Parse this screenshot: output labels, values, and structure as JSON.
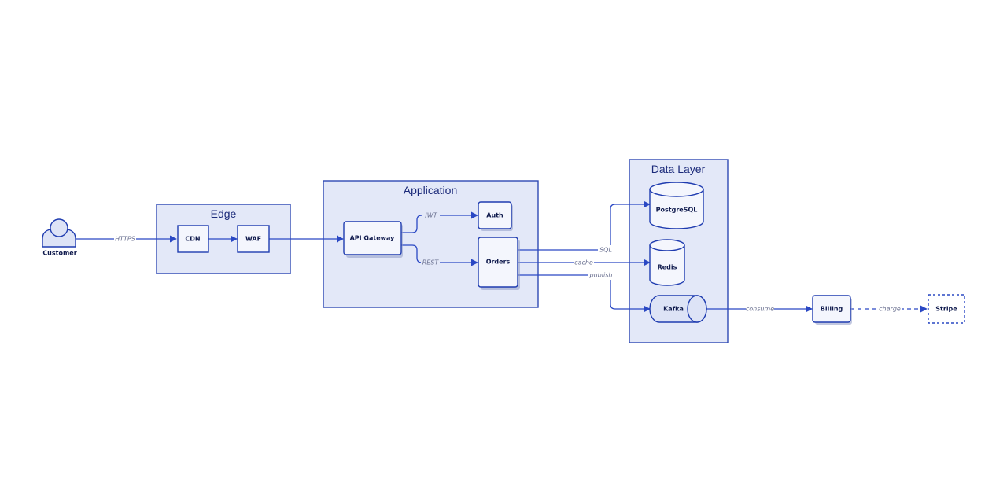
{
  "colors": {
    "group_fill": "#e3e8f8",
    "group_stroke": "#2f49b4",
    "node_stroke": "#1f3cb0",
    "edge": "#2a48c4",
    "edge_label": "#6a7090"
  },
  "groups": {
    "edge": "Edge",
    "application": "Application",
    "data_layer": "Data Layer"
  },
  "nodes": {
    "customer": "Customer",
    "cdn": "CDN",
    "waf": "WAF",
    "api_gateway": "API Gateway",
    "auth": "Auth",
    "orders": "Orders",
    "postgresql": "PostgreSQL",
    "redis": "Redis",
    "kafka": "Kafka",
    "billing": "Billing",
    "stripe": "Stripe"
  },
  "edge_labels": {
    "https": "HTTPS",
    "jwt": "JWT",
    "rest": "REST",
    "sql": "SQL",
    "cache": "cache",
    "publish": "publish",
    "consume": "consume",
    "charge": "charge"
  }
}
